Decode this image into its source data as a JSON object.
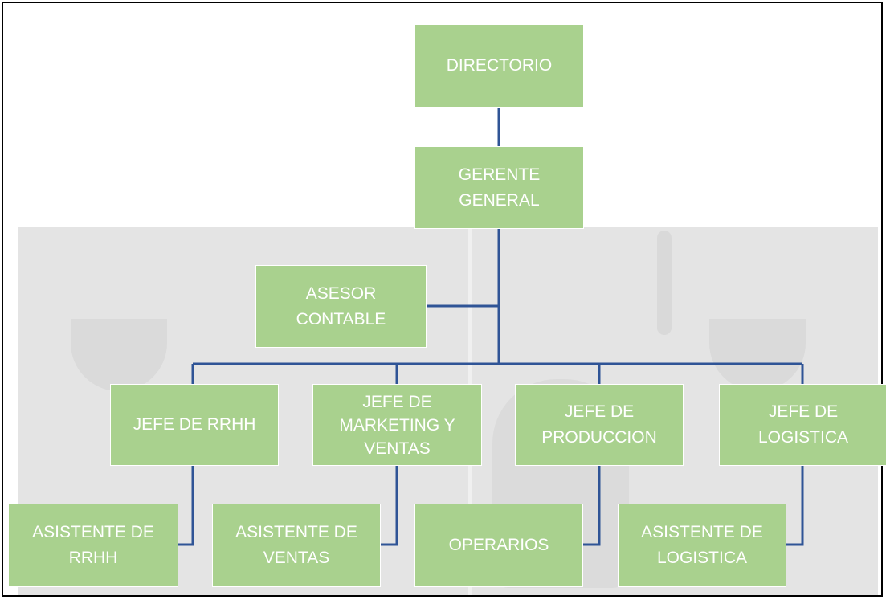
{
  "colors": {
    "box_fill": "#a9d18e",
    "box_text": "#ffffff",
    "connector": "#2f5496",
    "watermark": "#e4e4e4"
  },
  "org_chart": {
    "directorio": "DIRECTORIO",
    "gerente_general": "GERENTE\nGENERAL",
    "asesor_contable": "ASESOR\nCONTABLE",
    "jefes": {
      "rrhh": "JEFE DE RRHH",
      "marketing_ventas": "JEFE DE\nMARKETING Y\nVENTAS",
      "produccion": "JEFE DE\nPRODUCCION",
      "logistica": "JEFE DE\nLOGISTICA"
    },
    "subordinados": {
      "asistente_rrhh": "ASISTENTE DE\nRRHH",
      "asistente_ventas": "ASISTENTE DE\nVENTAS",
      "operarios": "OPERARIOS",
      "asistente_logistica": "ASISTENTE DE\nLOGISTICA"
    }
  }
}
